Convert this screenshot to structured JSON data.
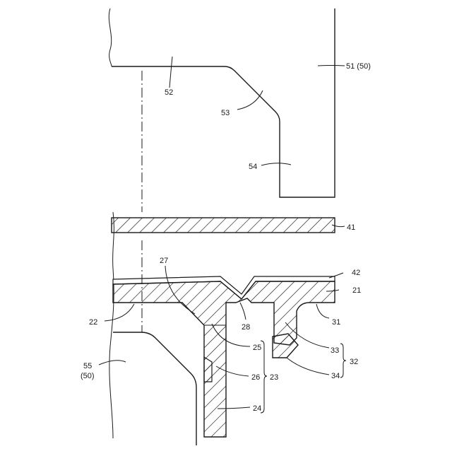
{
  "labels": {
    "l51": "51 (50)",
    "l52": "52",
    "l53": "53",
    "l54": "54",
    "l41": "41",
    "l42": "42",
    "l21": "21",
    "l27": "27",
    "l22": "22",
    "l28": "28",
    "l31": "31",
    "l25": "25",
    "l33": "33",
    "l32": "32",
    "l55a": "55",
    "l55b": "(50)",
    "l26": "26",
    "l23": "23",
    "l34": "34",
    "l24": "24"
  }
}
